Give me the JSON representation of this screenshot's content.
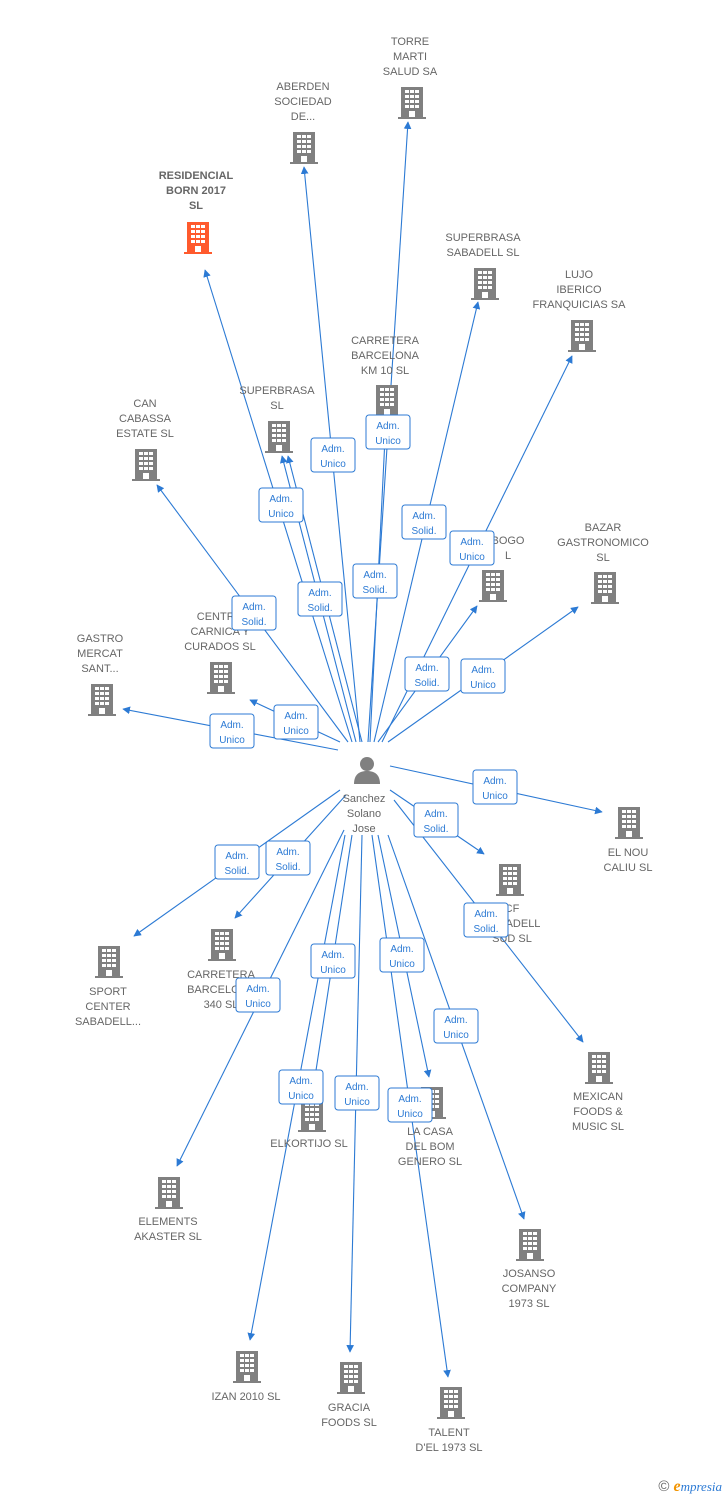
{
  "colors": {
    "edge": "#2c7ad4",
    "building": "#808080",
    "highlight": "#ff5a2d",
    "person": "#808080",
    "label": "#666666"
  },
  "center": {
    "name": [
      "Sanchez",
      "Solano",
      "Jose"
    ]
  },
  "companies": [
    {
      "id": "torre",
      "lines": [
        "TORRE",
        "MARTI",
        "SALUD SA"
      ],
      "highlight": false
    },
    {
      "id": "aberden",
      "lines": [
        "ABERDEN",
        "SOCIEDAD",
        "DE..."
      ],
      "highlight": false
    },
    {
      "id": "residencial",
      "lines": [
        "RESIDENCIAL",
        "BORN 2017",
        "SL"
      ],
      "highlight": true
    },
    {
      "id": "superbrasa-sab",
      "lines": [
        "SUPERBRASA",
        "SABADELL SL"
      ],
      "highlight": false
    },
    {
      "id": "lujo",
      "lines": [
        "LUJO",
        "IBERICO",
        "FRANQUICIAS SA"
      ],
      "highlight": false
    },
    {
      "id": "carretera10",
      "lines": [
        "CARRETERA",
        "BARCELONA",
        "KM 10 SL"
      ],
      "highlight": false
    },
    {
      "id": "superbrasa",
      "lines": [
        "SUPERBRASA",
        "SL"
      ],
      "highlight": false
    },
    {
      "id": "can-cabassa",
      "lines": [
        "CAN",
        "CABASSA",
        "ESTATE SL"
      ],
      "highlight": false
    },
    {
      "id": "bogo",
      "lines": [
        "BOGO",
        "L"
      ],
      "highlight": false
    },
    {
      "id": "bazar",
      "lines": [
        "BAZAR",
        "GASTRONOMICO",
        "SL"
      ],
      "highlight": false
    },
    {
      "id": "centro",
      "lines": [
        "CENTRO",
        "CARNICA Y",
        "CURADOS SL"
      ],
      "highlight": false
    },
    {
      "id": "gastro",
      "lines": [
        "GASTRO",
        "MERCAT",
        "SANT..."
      ],
      "highlight": false
    },
    {
      "id": "el-nou",
      "lines": [
        "EL NOU",
        "CALIU SL"
      ],
      "highlight": false
    },
    {
      "id": "cf-sabadell",
      "lines": [
        "CF",
        "SABADELL",
        "SUD SL"
      ],
      "highlight": false
    },
    {
      "id": "sport",
      "lines": [
        "SPORT",
        "CENTER",
        "SABADELL..."
      ],
      "highlight": false
    },
    {
      "id": "carretera340",
      "lines": [
        "CARRETERA",
        "BARCELONA",
        "340 SL"
      ],
      "highlight": false
    },
    {
      "id": "mexican",
      "lines": [
        "MEXICAN",
        "FOODS &",
        "MUSIC SL"
      ],
      "highlight": false
    },
    {
      "id": "elkortijo",
      "lines": [
        "ELKORTIJO SL"
      ],
      "highlight": false
    },
    {
      "id": "la-casa",
      "lines": [
        "LA CASA",
        "DEL BOM",
        "GENERO SL"
      ],
      "highlight": false
    },
    {
      "id": "elements",
      "lines": [
        "ELEMENTS",
        "AKASTER SL"
      ],
      "highlight": false
    },
    {
      "id": "josanso",
      "lines": [
        "JOSANSO",
        "COMPANY",
        "1973 SL"
      ],
      "highlight": false
    },
    {
      "id": "izan",
      "lines": [
        "IZAN 2010 SL"
      ],
      "highlight": false
    },
    {
      "id": "gracia",
      "lines": [
        "GRACIA",
        "FOODS SL"
      ],
      "highlight": false
    },
    {
      "id": "talent",
      "lines": [
        "TALENT",
        "D'EL 1973 SL"
      ],
      "highlight": false
    }
  ],
  "relations": [
    {
      "to": "torre",
      "role": [
        "Adm.",
        "Unico"
      ]
    },
    {
      "to": "aberden",
      "role": [
        "Adm.",
        "Unico"
      ]
    },
    {
      "to": "residencial",
      "role": [
        "Adm.",
        "Solid."
      ]
    },
    {
      "to": "superbrasa-sab",
      "role": [
        "Adm.",
        "Solid."
      ]
    },
    {
      "to": "lujo",
      "role": [
        "Adm.",
        "Unico"
      ]
    },
    {
      "to": "carretera10",
      "role": [
        "Adm.",
        "Solid."
      ]
    },
    {
      "to": "superbrasa",
      "role": [
        "Adm.",
        "Unico"
      ]
    },
    {
      "to": "superbrasa",
      "role": [
        "Adm.",
        "Solid."
      ]
    },
    {
      "to": "can-cabassa",
      "role": [
        "Adm.",
        "Solid."
      ]
    },
    {
      "to": "bogo",
      "role": [
        "Adm.",
        "Solid."
      ]
    },
    {
      "to": "bazar",
      "role": [
        "Adm.",
        "Unico"
      ]
    },
    {
      "to": "centro",
      "role": [
        "Adm.",
        "Unico"
      ]
    },
    {
      "to": "gastro",
      "role": [
        "Adm.",
        "Unico"
      ]
    },
    {
      "to": "el-nou",
      "role": [
        "Adm.",
        "Unico"
      ]
    },
    {
      "to": "cf-sabadell",
      "role": [
        "Adm.",
        "Solid."
      ]
    },
    {
      "to": "sport",
      "role": [
        "Adm.",
        "Solid."
      ]
    },
    {
      "to": "carretera340",
      "role": [
        "Adm.",
        "Solid."
      ]
    },
    {
      "to": "mexican",
      "role": [
        "Adm.",
        "Solid."
      ]
    },
    {
      "to": "elkortijo",
      "role": [
        "Adm.",
        "Unico"
      ]
    },
    {
      "to": "la-casa",
      "role": [
        "Adm.",
        "Unico"
      ]
    },
    {
      "to": "elements",
      "role": [
        "Adm.",
        "Unico"
      ]
    },
    {
      "to": "josanso",
      "role": [
        "Adm.",
        "Unico"
      ]
    },
    {
      "to": "izan",
      "role": [
        "Adm.",
        "Unico"
      ]
    },
    {
      "to": "gracia",
      "role": [
        "Adm.",
        "Unico"
      ]
    },
    {
      "to": "talent",
      "role": [
        "Adm.",
        "Unico"
      ]
    }
  ],
  "footer": {
    "copyright": "©",
    "brand_first": "e",
    "brand_rest": "mpresia"
  }
}
